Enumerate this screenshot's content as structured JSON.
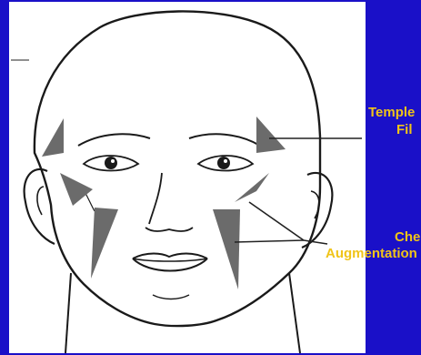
{
  "colors": {
    "background": "#1a10c8",
    "panel": "#ffffff",
    "label": "#f0c419",
    "triangle_fill": "#6b6b6b"
  },
  "labels": {
    "temple_line1": "Temple",
    "temple_line2": "Fil",
    "cheek_line1": "Cheek",
    "cheek_line2": "Augmentation"
  },
  "icons": {
    "face": "face-outline-icon",
    "marker": "triangle-marker-icon"
  }
}
